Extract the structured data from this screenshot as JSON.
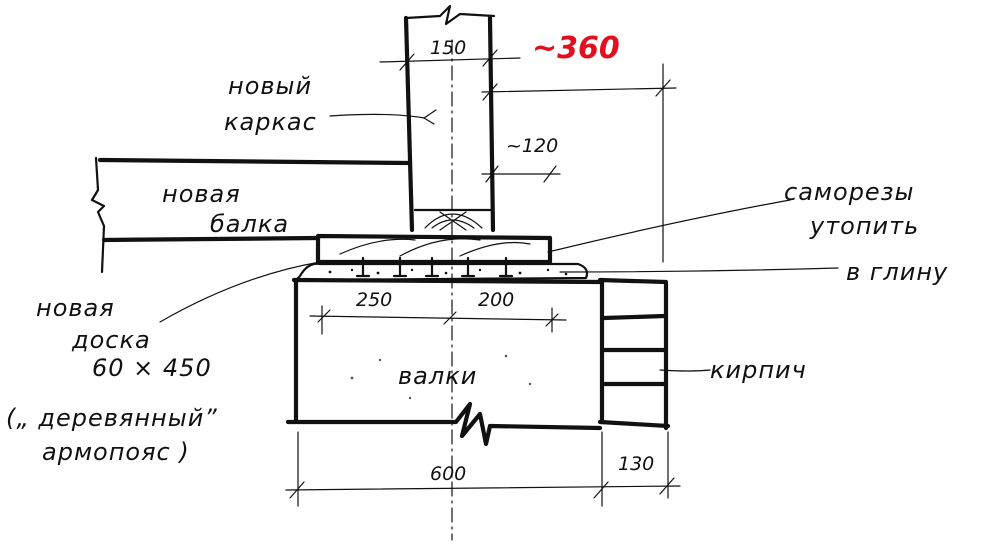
{
  "labels": {
    "frame_line1": "новый",
    "frame_line2": "каркас",
    "beam_line1": "новая",
    "beam_line2": "балка",
    "board_line1": "новая",
    "board_line2": "доска",
    "board_line3": "60 × 450",
    "belt_line1": "(„ деревянный”",
    "belt_line2": "армопояс )",
    "screws_line1": "саморезы",
    "screws_line2": "утопить",
    "screws_line3": "в глину",
    "blocks": "валки",
    "brick": "кирпич"
  },
  "dimensions": {
    "stud_width": "150",
    "total_height": "~360",
    "offset": "~120",
    "left_part": "250",
    "right_part": "200",
    "base_width": "600",
    "brick_width": "130"
  },
  "colors": {
    "ink": "#111111",
    "accent": "#e0101e"
  }
}
